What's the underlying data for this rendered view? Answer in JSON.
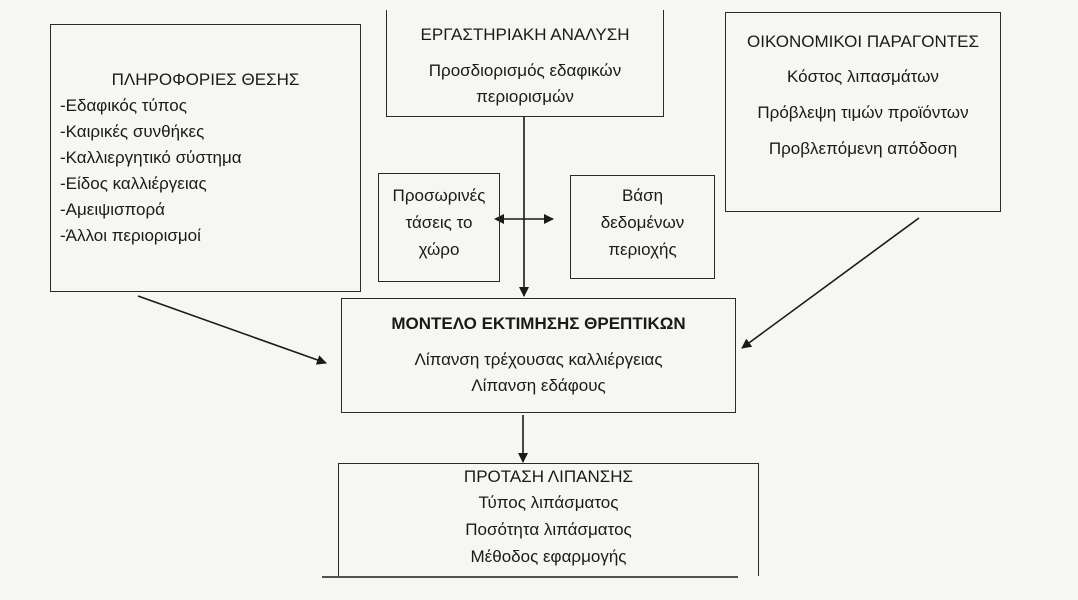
{
  "location_info": {
    "title": "ΠΛΗΡΟΦΟΡΙΕΣ ΘΕΣΗΣ",
    "items": [
      "-Εδαφικός τύπος",
      "-Καιρικές συνθήκες",
      "-Καλλιεργητικό σύστημα",
      "-Είδος καλλιέργειας",
      "-Αμειψισπορά",
      "-Άλλοι περιορισμοί"
    ]
  },
  "lab_analysis": {
    "title": "ΕΡΓΑΣΤΗΡΙΑΚΗ ΑΝΑΛΥΣΗ",
    "lines": [
      "Προσδιορισμός εδαφικών",
      "περιορισμών"
    ]
  },
  "economic_factors": {
    "title": "ΟΙΚΟΝΟΜΙΚΟΙ ΠΑΡΑΓΟΝΤΕΣ",
    "items": [
      "Κόστος λιπασμάτων",
      "Πρόβλεψη τιμών προϊόντων",
      "Προβλεπόμενη απόδοση"
    ]
  },
  "temporary_trends": {
    "lines": [
      "Προσωρινές",
      "τάσεις το",
      "χώρο"
    ]
  },
  "regional_database": {
    "lines": [
      "Βάση",
      "δεδομένων",
      "περιοχής"
    ]
  },
  "nutrient_model": {
    "title": "ΜΟΝΤΕΛΟ ΕΚΤΙΜΗΣΗΣ ΘΡΕΠΤΙΚΩΝ",
    "items": [
      "Λίπανση τρέχουσας καλλιέργειας",
      "Λίπανση εδάφους"
    ]
  },
  "fertilization_proposal": {
    "title": "ΠΡΟΤΑΣΗ ΛΙΠΑΝΣΗΣ",
    "items": [
      "Τύπος λιπάσματος",
      "Ποσότητα λιπάσματος",
      "Μέθοδος εφαρμογής"
    ]
  }
}
